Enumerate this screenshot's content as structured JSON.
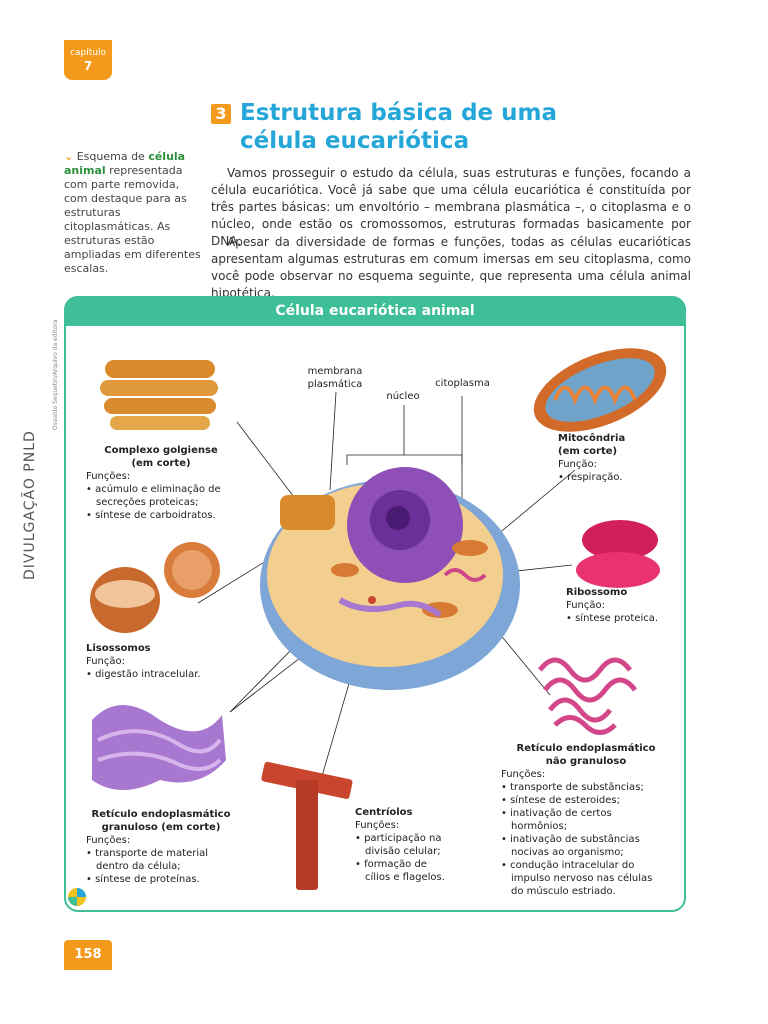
{
  "chapter": {
    "label": "capítulo",
    "number": "7"
  },
  "section": {
    "number": "3",
    "title_line1": "Estrutura básica de uma",
    "title_line2": "célula eucariótica"
  },
  "side_caption": {
    "pre": "Esquema de ",
    "highlight": "célula animal",
    "post": " representada com parte removida, com destaque para as estruturas citoplasmáticas. As estruturas estão ampliadas em diferentes escalas."
  },
  "paragraphs": [
    "Vamos prosseguir o estudo da célula, suas estruturas e funções, focando a célula eucariótica. Você já sabe que uma célula eucariótica é constituída por três partes básicas: um envoltório – membrana plasmática –, o citoplasma e o núcleo, onde estão os cromossomos, estruturas formadas basicamente por DNA.",
    "Apesar da diversidade de formas e funções, todas as células eucarióticas apresentam algumas estruturas em comum imersas em seu citoplasma, como você pode observar no esquema seguinte, que representa uma célula animal hipotética."
  ],
  "side_vertical": "DIVULGAÇÃO PNLD",
  "credit": "Osvaldo Sequetin/Arquivo da editora",
  "panel": {
    "title": "Célula eucariótica animal"
  },
  "labels": {
    "membrana": [
      "membrana",
      "plasmática"
    ],
    "nucleo": "núcleo",
    "citoplasma": "citoplasma",
    "golgi": {
      "name1": "Complexo golgiense",
      "name2": "(em corte)",
      "func": "Funções:",
      "items": [
        "• acúmulo e eliminação de",
        "secreções proteicas;",
        "• síntese de carboidratos."
      ]
    },
    "lisossomos": {
      "name": "Lisossomos",
      "func": "Função:",
      "items": [
        "• digestão intracelular."
      ]
    },
    "rer": {
      "name1": "Retículo endoplasmático",
      "name2": "granuloso (em corte)",
      "func": "Funções:",
      "items": [
        "• transporte de material",
        "dentro da célula;",
        "• síntese de proteínas."
      ]
    },
    "centriolos": {
      "name": "Centríolos",
      "func": "Funções:",
      "items": [
        "• participação na",
        "divisão celular;",
        "• formação de",
        "cílios e flagelos."
      ]
    },
    "mitocondria": {
      "name1": "Mitocôndria",
      "name2": "(em corte)",
      "func": "Função:",
      "items": [
        "• respiração."
      ]
    },
    "ribossomo": {
      "name": "Ribossomo",
      "func": "Função:",
      "items": [
        "• síntese proteica."
      ]
    },
    "ser": {
      "name1": "Retículo endoplasmático",
      "name2": "não granuloso",
      "func": "Funções:",
      "items": [
        "• transporte de substâncias;",
        "• síntese de esteroides;",
        "• inativação de certos",
        "hormônios;",
        "• inativação de substâncias",
        "nocivas ao organismo;",
        "• condução intracelular do",
        "impulso nervoso nas células",
        "do músculo estriado."
      ]
    }
  },
  "page_number": "158",
  "colors": {
    "accent_orange": "#f39a1c",
    "title_blue": "#25a6d9",
    "panel_green": "#3fbf97"
  }
}
